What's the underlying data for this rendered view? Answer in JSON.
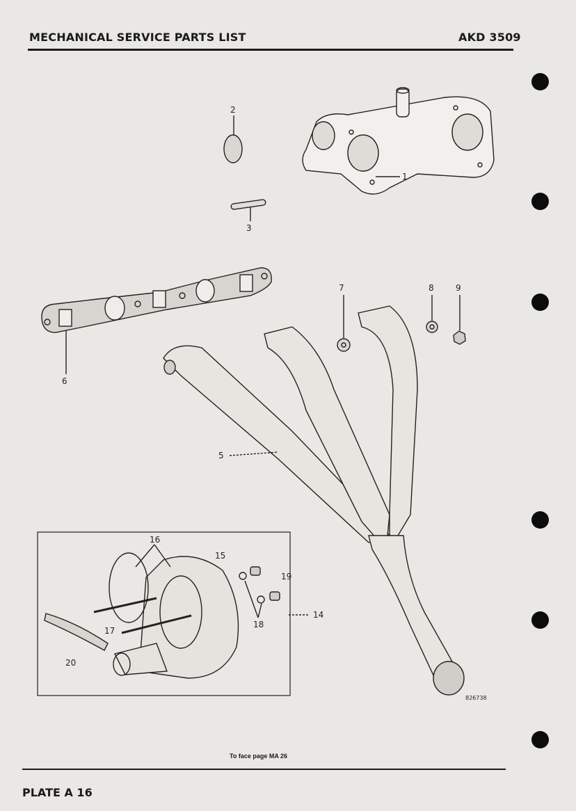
{
  "header": {
    "title": "MECHANICAL SERVICE PARTS LIST",
    "code": "AKD 3509"
  },
  "callouts": {
    "c1": "1",
    "c2": "2",
    "c3": "3",
    "c5": "5",
    "c6": "6",
    "c7": "7",
    "c8": "8",
    "c9": "9",
    "c14": "14",
    "c15": "15",
    "c16": "16",
    "c17": "17",
    "c18": "18",
    "c19": "19",
    "c20": "20"
  },
  "figure_ref": "826738",
  "footer": {
    "caption": "To face page MA 26",
    "plate": "PLATE A 16"
  }
}
